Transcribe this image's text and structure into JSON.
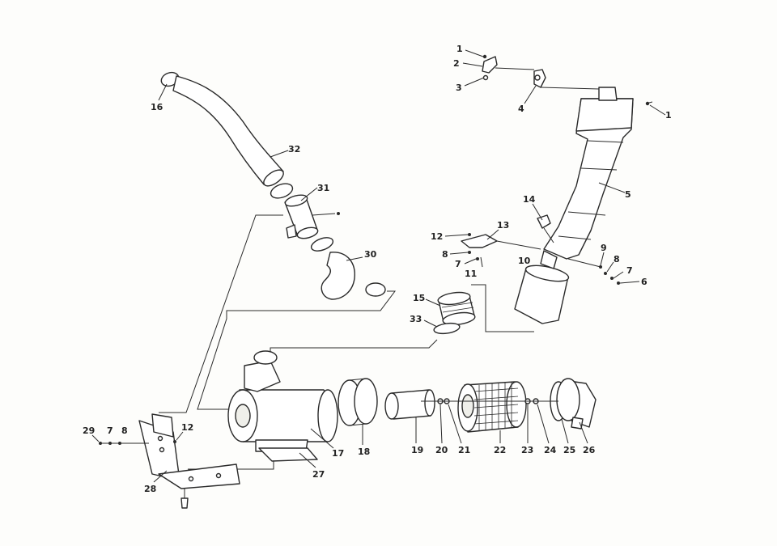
{
  "callouts": [
    {
      "id": "c1a",
      "text": "1"
    },
    {
      "id": "c2",
      "text": "2"
    },
    {
      "id": "c3",
      "text": "3"
    },
    {
      "id": "c4",
      "text": "4"
    },
    {
      "id": "c1b",
      "text": "1"
    },
    {
      "id": "c5",
      "text": "5"
    },
    {
      "id": "c14",
      "text": "14"
    },
    {
      "id": "c12a",
      "text": "12"
    },
    {
      "id": "c13",
      "text": "13"
    },
    {
      "id": "c8a",
      "text": "8"
    },
    {
      "id": "c7a",
      "text": "7"
    },
    {
      "id": "c11",
      "text": "11"
    },
    {
      "id": "c10",
      "text": "10"
    },
    {
      "id": "c9",
      "text": "9"
    },
    {
      "id": "c8b",
      "text": "8"
    },
    {
      "id": "c7b",
      "text": "7"
    },
    {
      "id": "c6",
      "text": "6"
    },
    {
      "id": "c15",
      "text": "15"
    },
    {
      "id": "c33",
      "text": "33"
    },
    {
      "id": "c16",
      "text": "16"
    },
    {
      "id": "c32",
      "text": "32"
    },
    {
      "id": "c31",
      "text": "31"
    },
    {
      "id": "c30",
      "text": "30"
    },
    {
      "id": "c29",
      "text": "29"
    },
    {
      "id": "c7c",
      "text": "7"
    },
    {
      "id": "c8c",
      "text": "8"
    },
    {
      "id": "c12b",
      "text": "12"
    },
    {
      "id": "c28",
      "text": "28"
    },
    {
      "id": "c27",
      "text": "27"
    },
    {
      "id": "c17",
      "text": "17"
    },
    {
      "id": "c18",
      "text": "18"
    },
    {
      "id": "c19",
      "text": "19"
    },
    {
      "id": "c20",
      "text": "20"
    },
    {
      "id": "c21",
      "text": "21"
    },
    {
      "id": "c22",
      "text": "22"
    },
    {
      "id": "c23",
      "text": "23"
    },
    {
      "id": "c24",
      "text": "24"
    },
    {
      "id": "c25",
      "text": "25"
    },
    {
      "id": "c26",
      "text": "26"
    }
  ]
}
